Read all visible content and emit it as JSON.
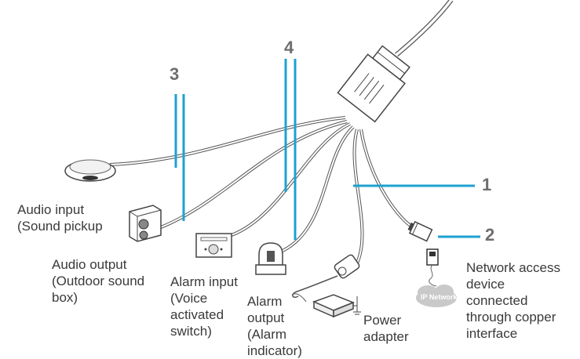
{
  "callouts": [
    "1",
    "2",
    "3",
    "4"
  ],
  "labels": {
    "audio_input": [
      "Audio input",
      "(Sound pickup"
    ],
    "audio_output": [
      "Audio output",
      "(Outdoor sound",
      "box)"
    ],
    "alarm_input": [
      "Alarm input",
      "(Voice",
      "activated",
      "switch)"
    ],
    "alarm_output": [
      "Alarm",
      "output",
      "(Alarm",
      "indicator)"
    ],
    "power_adapter": [
      "Power",
      "adapter"
    ],
    "network_device": [
      "Network access",
      "device",
      "connected",
      "through copper",
      "interface"
    ]
  },
  "ip_network_label": "IP Network",
  "colors": {
    "callout_line": "#1ea1d0",
    "cable": "#555555",
    "text": "#3a3a3a"
  }
}
